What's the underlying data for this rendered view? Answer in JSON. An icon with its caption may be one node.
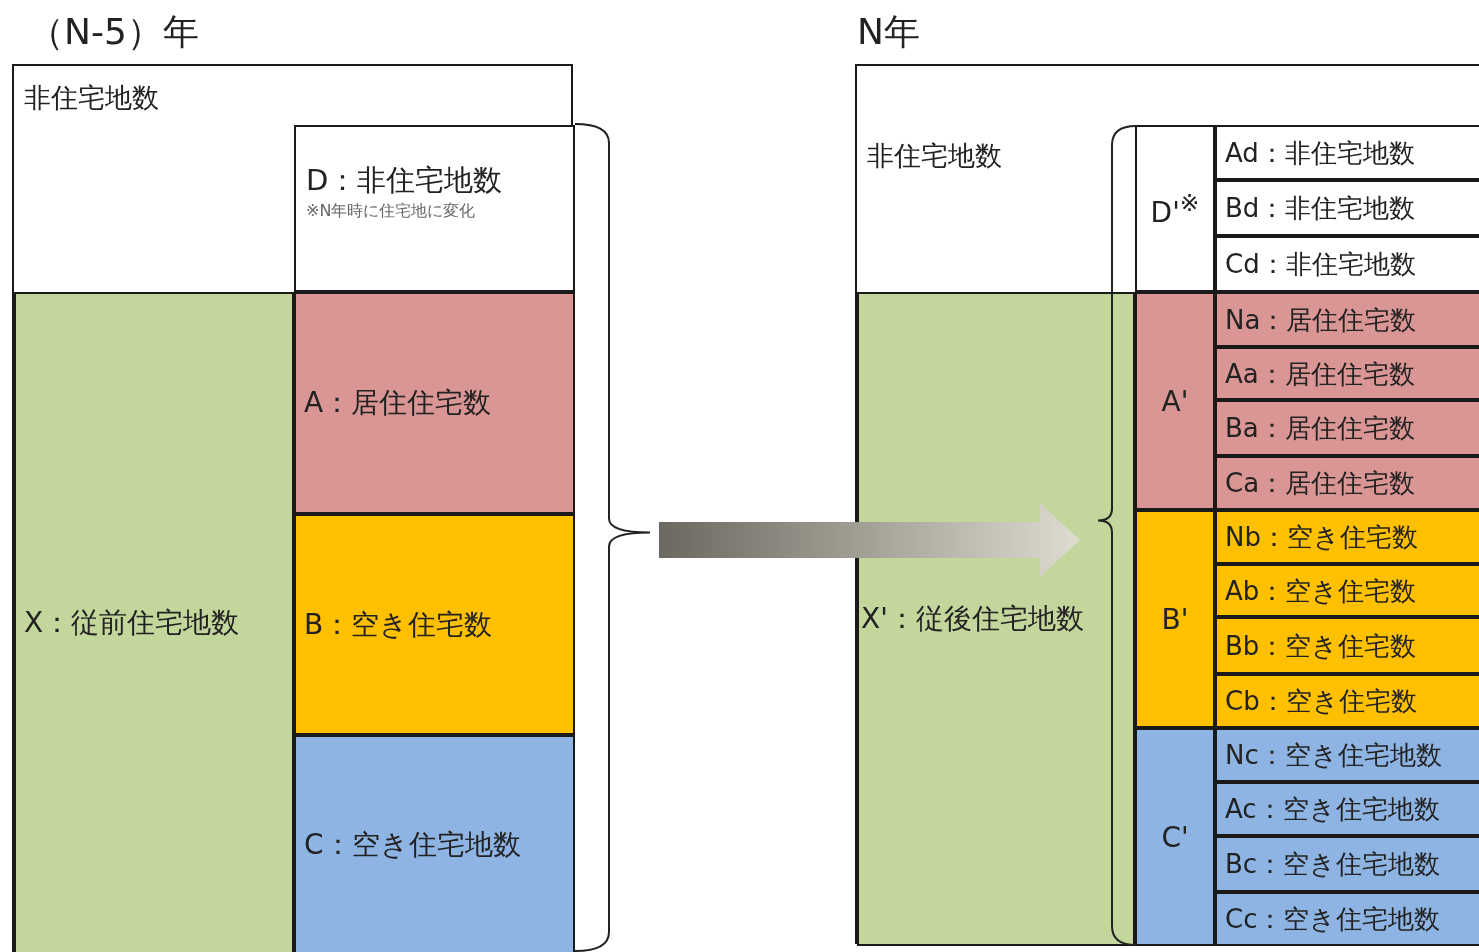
{
  "diagram": {
    "nodes": [
      {
        "text": [
          "（N-5）年",
          "非住宅地数"
        ]
      },
      {
        "text": [
          "D：非住宅地数",
          "※N年時に住宅地に変化"
        ],
        "in": 0
      },
      {
        "text": [
          "X：従前住宅地数"
        ],
        "in": 0
      },
      {
        "text": [
          "A：居住住宅数"
        ],
        "in": 0
      },
      {
        "text": [
          "B：空き住宅数"
        ],
        "in": 0
      },
      {
        "text": [
          "C：空き住宅地数"
        ],
        "in": 0
      },
      {
        "text": [
          "N年",
          "非住宅地数"
        ]
      },
      {
        "text": [
          "D'$^{※}$"
        ],
        "in": 6
      },
      {
        "text": [
          "Ad：非住宅地数"
        ],
        "in": 6
      },
      {
        "text": [
          "Bd：非住宅地数"
        ],
        "in": 6
      },
      {
        "text": [
          "Cd：非住宅地数"
        ],
        "in": 6
      },
      {
        "text": [
          "X'：従後住宅地数"
        ],
        "in": 6
      },
      {
        "text": [
          "A'"
        ],
        "in": 6
      },
      {
        "text": [
          "Na：居住住宅数"
        ],
        "in": 6
      },
      {
        "text": [
          "Aa：居住住宅数"
        ],
        "in": 6
      },
      {
        "text": [
          "Ba：居住住宅数"
        ],
        "in": 6
      },
      {
        "text": [
          "Ca：居住住宅数"
        ],
        "in": 6
      },
      {
        "text": [
          "B'"
        ],
        "in": 6
      },
      {
        "text": [
          "Nb：空き住宅数"
        ],
        "in": 6
      },
      {
        "text": [
          "Ab：空き住宅数"
        ],
        "in": 6
      },
      {
        "text": [
          "Bb：空き住宅数"
        ],
        "in": 6
      },
      {
        "text": [
          "Cb：空き住宅数"
        ],
        "in": 6
      },
      {
        "text": [
          "C'"
        ],
        "in": 6
      },
      {
        "text": [
          "Nc：空き住宅地数"
        ],
        "in": 6
      },
      {
        "text": [
          "Ac：空き住宅地数"
        ],
        "in": 6
      },
      {
        "text": [
          "Bc：空き住宅地数"
        ],
        "in": 6
      },
      {
        "text": [
          "Cc：空き住宅地数"
        ],
        "in": 6
      },
      {
        "text": [],
        "shape": "brace"
      },
      {
        "text": [],
        "shape": "brace",
        "in": 6
      }
    ],
    "edges": [
      {
        "from": 27,
        "to": 28,
        "arrow": "to"
      }
    ]
  }
}
